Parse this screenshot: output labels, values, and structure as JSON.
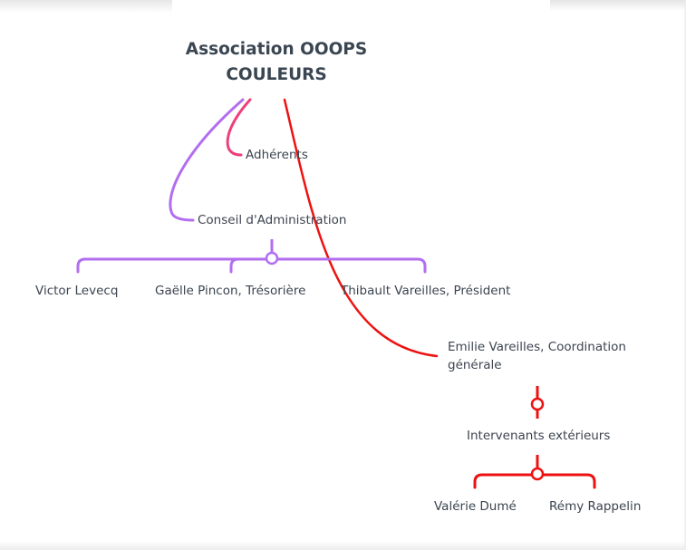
{
  "mindmap": {
    "root": {
      "line1": "Association OOOPS",
      "line2": "COULEURS"
    },
    "adherents": "Adhérents",
    "conseil": "Conseil d'Administration",
    "members": {
      "victor": "Victor Levecq",
      "gaelle": "Gaëlle Pincon, Trésorière",
      "thibault": "Thibault Vareilles, Président"
    },
    "emilie": {
      "line1": "Emilie Vareilles, Coordination",
      "line2": "générale"
    },
    "intervenants": "Intervenants extérieurs",
    "externals": {
      "valerie": "Valérie Dumé",
      "remy": "Rémy Rappelin"
    }
  },
  "colors": {
    "purple": "#b36ef0",
    "pink": "#ee3f7d",
    "red": "#ee1111",
    "text": "#3b4450"
  }
}
